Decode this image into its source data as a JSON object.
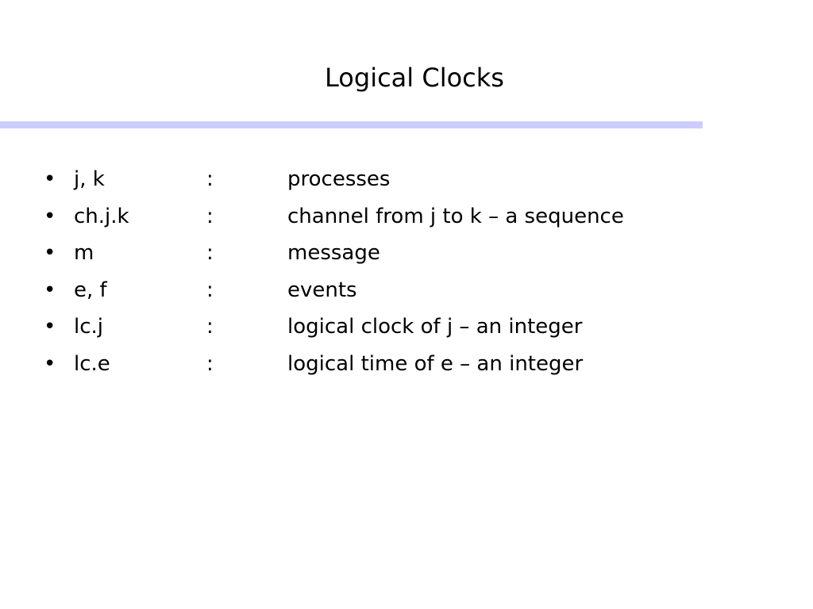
{
  "slide": {
    "title": "Logical Clocks",
    "rule_color": "#ccccff",
    "bullet_glyph": "•",
    "items": [
      {
        "term": "j, k",
        "separator": ":",
        "description": "processes"
      },
      {
        "term": "ch.j.k",
        "separator": ":",
        "description": "channel from j to k – a sequence"
      },
      {
        "term": "m",
        "separator": ":",
        "description": "message"
      },
      {
        "term": "e, f",
        "separator": ":",
        "description": "events"
      },
      {
        "term": "lc.j",
        "separator": ":",
        "description": "logical clock of j – an integer"
      },
      {
        "term": "lc.e",
        "separator": ":",
        "description": "logical time of e – an integer"
      }
    ]
  }
}
